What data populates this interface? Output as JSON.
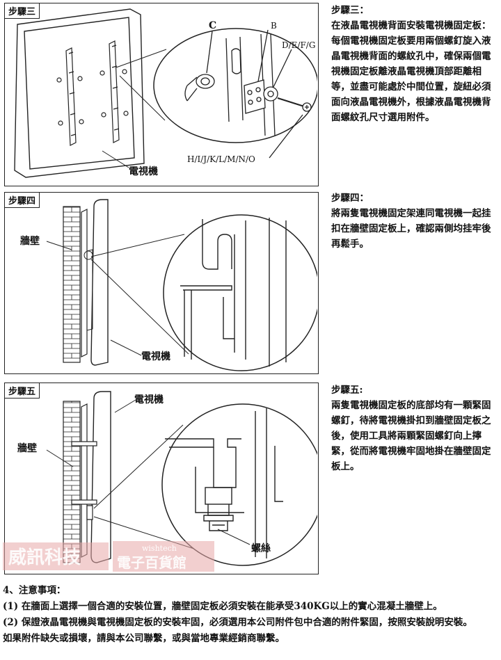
{
  "step3": {
    "tag": "步驟三",
    "heading": "步驟三：",
    "body": "在液晶電視機背面安裝電視機固定板：每個電視機固定板要用兩個螺釘旋入液晶電視機背面的螺紋孔中，確保兩個電視機固定板離液晶電視機頂部距離相等，並盡可能處於中間位置，旋紐必須面向液晶電視機外，根據液晶電視機背面螺紋孔尺寸選用附件。",
    "labels": {
      "c": "C",
      "b": "B",
      "defg": "D/E/F/G",
      "screws": "H/I/J/K/L/M/N/O",
      "tv": "電視機"
    }
  },
  "step4": {
    "tag": "步驟四",
    "heading": "步驟四：",
    "body": "將兩隻電視機固定架連同電視機一起挂扣在牆壁固定板上，確認兩側均挂牢後再鬆手。",
    "labels": {
      "wall": "牆壁",
      "tv": "電視機"
    }
  },
  "step5": {
    "tag": "步驟五",
    "heading": "步驟五:",
    "body": "兩隻電視機固定板的底部均有一顆緊固螺釘，待將電視機掛扣到牆壁固定板之後，使用工具將兩顆緊固螺釘向上擰緊，從而將電視機牢固地掛在牆壁固定板上。",
    "labels": {
      "tv": "電視機",
      "wall": "牆壁",
      "screw": "螺絲"
    }
  },
  "watermark": {
    "left": "威訊科技",
    "brand": "wishtech",
    "right": "電子百貨館"
  },
  "notes": {
    "title": "4、注意事項：",
    "items": [
      "(1) 在牆面上選擇一個合適的安裝位置，牆壁固定板必須安裝在能承受340KG以上的實心混凝土牆壁上。",
      "(2) 保證液晶電視機與電視機固定板的安裝牢固，必須選用本公司附件包中合適的附件緊固，按照安裝說明安裝。",
      "如果附件缺失或損壞，請與本公司聯繫，或與當地專業經銷商聯繫。"
    ]
  }
}
